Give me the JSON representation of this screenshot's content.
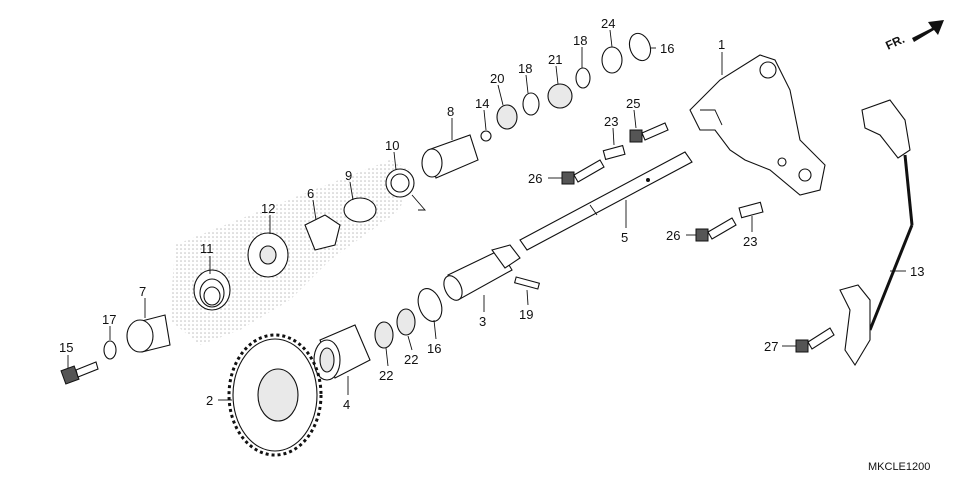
{
  "diagram_code": "MKCLE1200",
  "direction_label": "FR.",
  "callouts": [
    {
      "id": "c1",
      "text": "1"
    },
    {
      "id": "c2",
      "text": "2"
    },
    {
      "id": "c3",
      "text": "3"
    },
    {
      "id": "c4",
      "text": "4"
    },
    {
      "id": "c5",
      "text": "5"
    },
    {
      "id": "c6",
      "text": "6"
    },
    {
      "id": "c7",
      "text": "7"
    },
    {
      "id": "c8",
      "text": "8"
    },
    {
      "id": "c9",
      "text": "9"
    },
    {
      "id": "c10",
      "text": "10"
    },
    {
      "id": "c11",
      "text": "11"
    },
    {
      "id": "c12",
      "text": "12"
    },
    {
      "id": "c13",
      "text": "13"
    },
    {
      "id": "c14",
      "text": "14"
    },
    {
      "id": "c15",
      "text": "15"
    },
    {
      "id": "c16a",
      "text": "16"
    },
    {
      "id": "c16b",
      "text": "16"
    },
    {
      "id": "c17",
      "text": "17"
    },
    {
      "id": "c18",
      "text": "18"
    },
    {
      "id": "c19",
      "text": "19"
    },
    {
      "id": "c20",
      "text": "20"
    },
    {
      "id": "c21",
      "text": "21"
    },
    {
      "id": "c22a",
      "text": "22"
    },
    {
      "id": "c22b",
      "text": "22"
    },
    {
      "id": "c23a",
      "text": "23"
    },
    {
      "id": "c23b",
      "text": "23"
    },
    {
      "id": "c24",
      "text": "24"
    },
    {
      "id": "c25",
      "text": "25"
    },
    {
      "id": "c26a",
      "text": "26"
    },
    {
      "id": "c26b",
      "text": "26"
    },
    {
      "id": "c27",
      "text": "27"
    }
  ]
}
